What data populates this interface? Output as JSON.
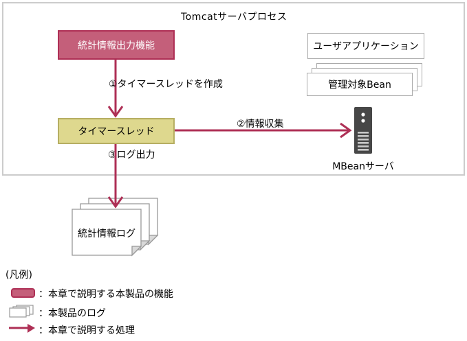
{
  "title": "Tomcatサーバプロセス",
  "nodes": {
    "stats_output": "統計情報出力機能",
    "timer_thread": "タイマースレッド",
    "user_app": "ユーザアプリケーション",
    "managed_bean": "管理対象Bean",
    "mbean_server": "MBeanサーバ",
    "stats_log": "統計情報ログ"
  },
  "edges": {
    "create_timer": "①タイマースレッドを作成",
    "collect_info": "②情報収集",
    "log_output": "③ログ出力"
  },
  "legend": {
    "title": "(凡例)",
    "items": [
      {
        "icon": "feature-box-icon",
        "label": "：本章で説明する本製品の機能"
      },
      {
        "icon": "log-pages-icon",
        "label": "：本製品のログ"
      },
      {
        "icon": "process-arrow-icon",
        "label": "：本章で説明する処理"
      }
    ]
  },
  "colors": {
    "feature_fill": "#c45f7a",
    "feature_border": "#ae2f55",
    "arrow": "#ae2f55",
    "timer_fill": "#ded88e",
    "timer_border": "#b6ae62",
    "box_border": "#a9a9a9",
    "container_border": "#cccccc",
    "server_body": "#474747",
    "page_border": "#999999",
    "page_fold": "#d9d9d9"
  }
}
